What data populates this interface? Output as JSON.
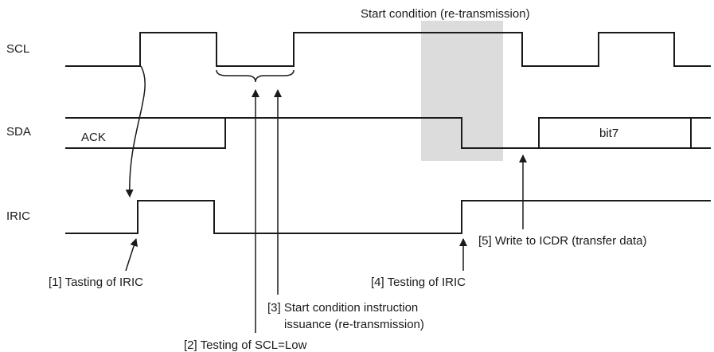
{
  "diagram": {
    "title": "Start condition (re-transmission)",
    "signals": {
      "scl": "SCL",
      "sda": "SDA",
      "iric": "IRIC"
    },
    "sda_labels": {
      "ack": "ACK",
      "bit7": "bit7"
    },
    "annotations": {
      "a1": "[1] Tasting of IRIC",
      "a2": "[2] Testing of SCL=Low",
      "a3_line1": "[3] Start condition instruction",
      "a3_line2": "issuance (re-transmission)",
      "a4": "[4] Testing of IRIC",
      "a5": "[5] Write to ICDR (transfer data)"
    },
    "colors": {
      "waveform": "#1a1a1a",
      "highlight": "#dcdcdc"
    }
  }
}
